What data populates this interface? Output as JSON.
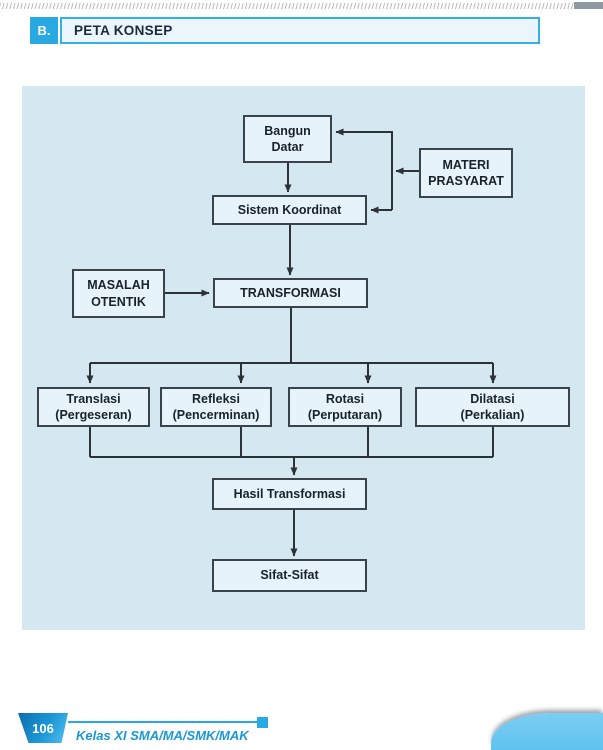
{
  "header": {
    "index_label": "B.",
    "title": "PETA KONSEP"
  },
  "diagram": {
    "nodes": {
      "bangun_datar": {
        "label": "Bangun\nDatar"
      },
      "materi_prasyarat": {
        "label": "MATERI\nPRASYARAT"
      },
      "sistem_koordinat": {
        "label": "Sistem Koordinat"
      },
      "masalah_otentik": {
        "label": "MASALAH\nOTENTIK"
      },
      "transformasi": {
        "label": "TRANSFORMASI"
      },
      "translasi": {
        "label": "Translasi\n(Pergeseran)"
      },
      "refleksi": {
        "label": "Refleksi\n(Pencerminan)"
      },
      "rotasi": {
        "label": "Rotasi\n(Perputaran)"
      },
      "dilatasi": {
        "label": "Dilatasi\n(Perkalian)"
      },
      "hasil_transformasi": {
        "label": "Hasil Transformasi"
      },
      "sifat_sifat": {
        "label": "Sifat-Sifat"
      }
    },
    "edges": [
      {
        "from": "materi_prasyarat",
        "to": "bangun_datar"
      },
      {
        "from": "materi_prasyarat",
        "to": "sistem_koordinat"
      },
      {
        "from": "bangun_datar",
        "to": "sistem_koordinat"
      },
      {
        "from": "sistem_koordinat",
        "to": "transformasi"
      },
      {
        "from": "masalah_otentik",
        "to": "transformasi"
      },
      {
        "from": "transformasi",
        "to": "translasi"
      },
      {
        "from": "transformasi",
        "to": "refleksi"
      },
      {
        "from": "transformasi",
        "to": "rotasi"
      },
      {
        "from": "transformasi",
        "to": "dilatasi"
      },
      {
        "from": "translasi",
        "to": "hasil_transformasi"
      },
      {
        "from": "refleksi",
        "to": "hasil_transformasi"
      },
      {
        "from": "rotasi",
        "to": "hasil_transformasi"
      },
      {
        "from": "dilatasi",
        "to": "hasil_transformasi"
      },
      {
        "from": "hasil_transformasi",
        "to": "sifat_sifat"
      }
    ]
  },
  "footer": {
    "page_number": "106",
    "book_label": "Kelas XI SMA/MA/SMK/MAK"
  },
  "colors": {
    "accent_blue": "#29a9e1",
    "panel_background": "#d5e7f1",
    "node_fill": "#e7f3fa",
    "node_border": "#39434b",
    "connector": "#2b3338",
    "footer_text": "#1a98d5",
    "header_fill": "#eaf6fc"
  }
}
